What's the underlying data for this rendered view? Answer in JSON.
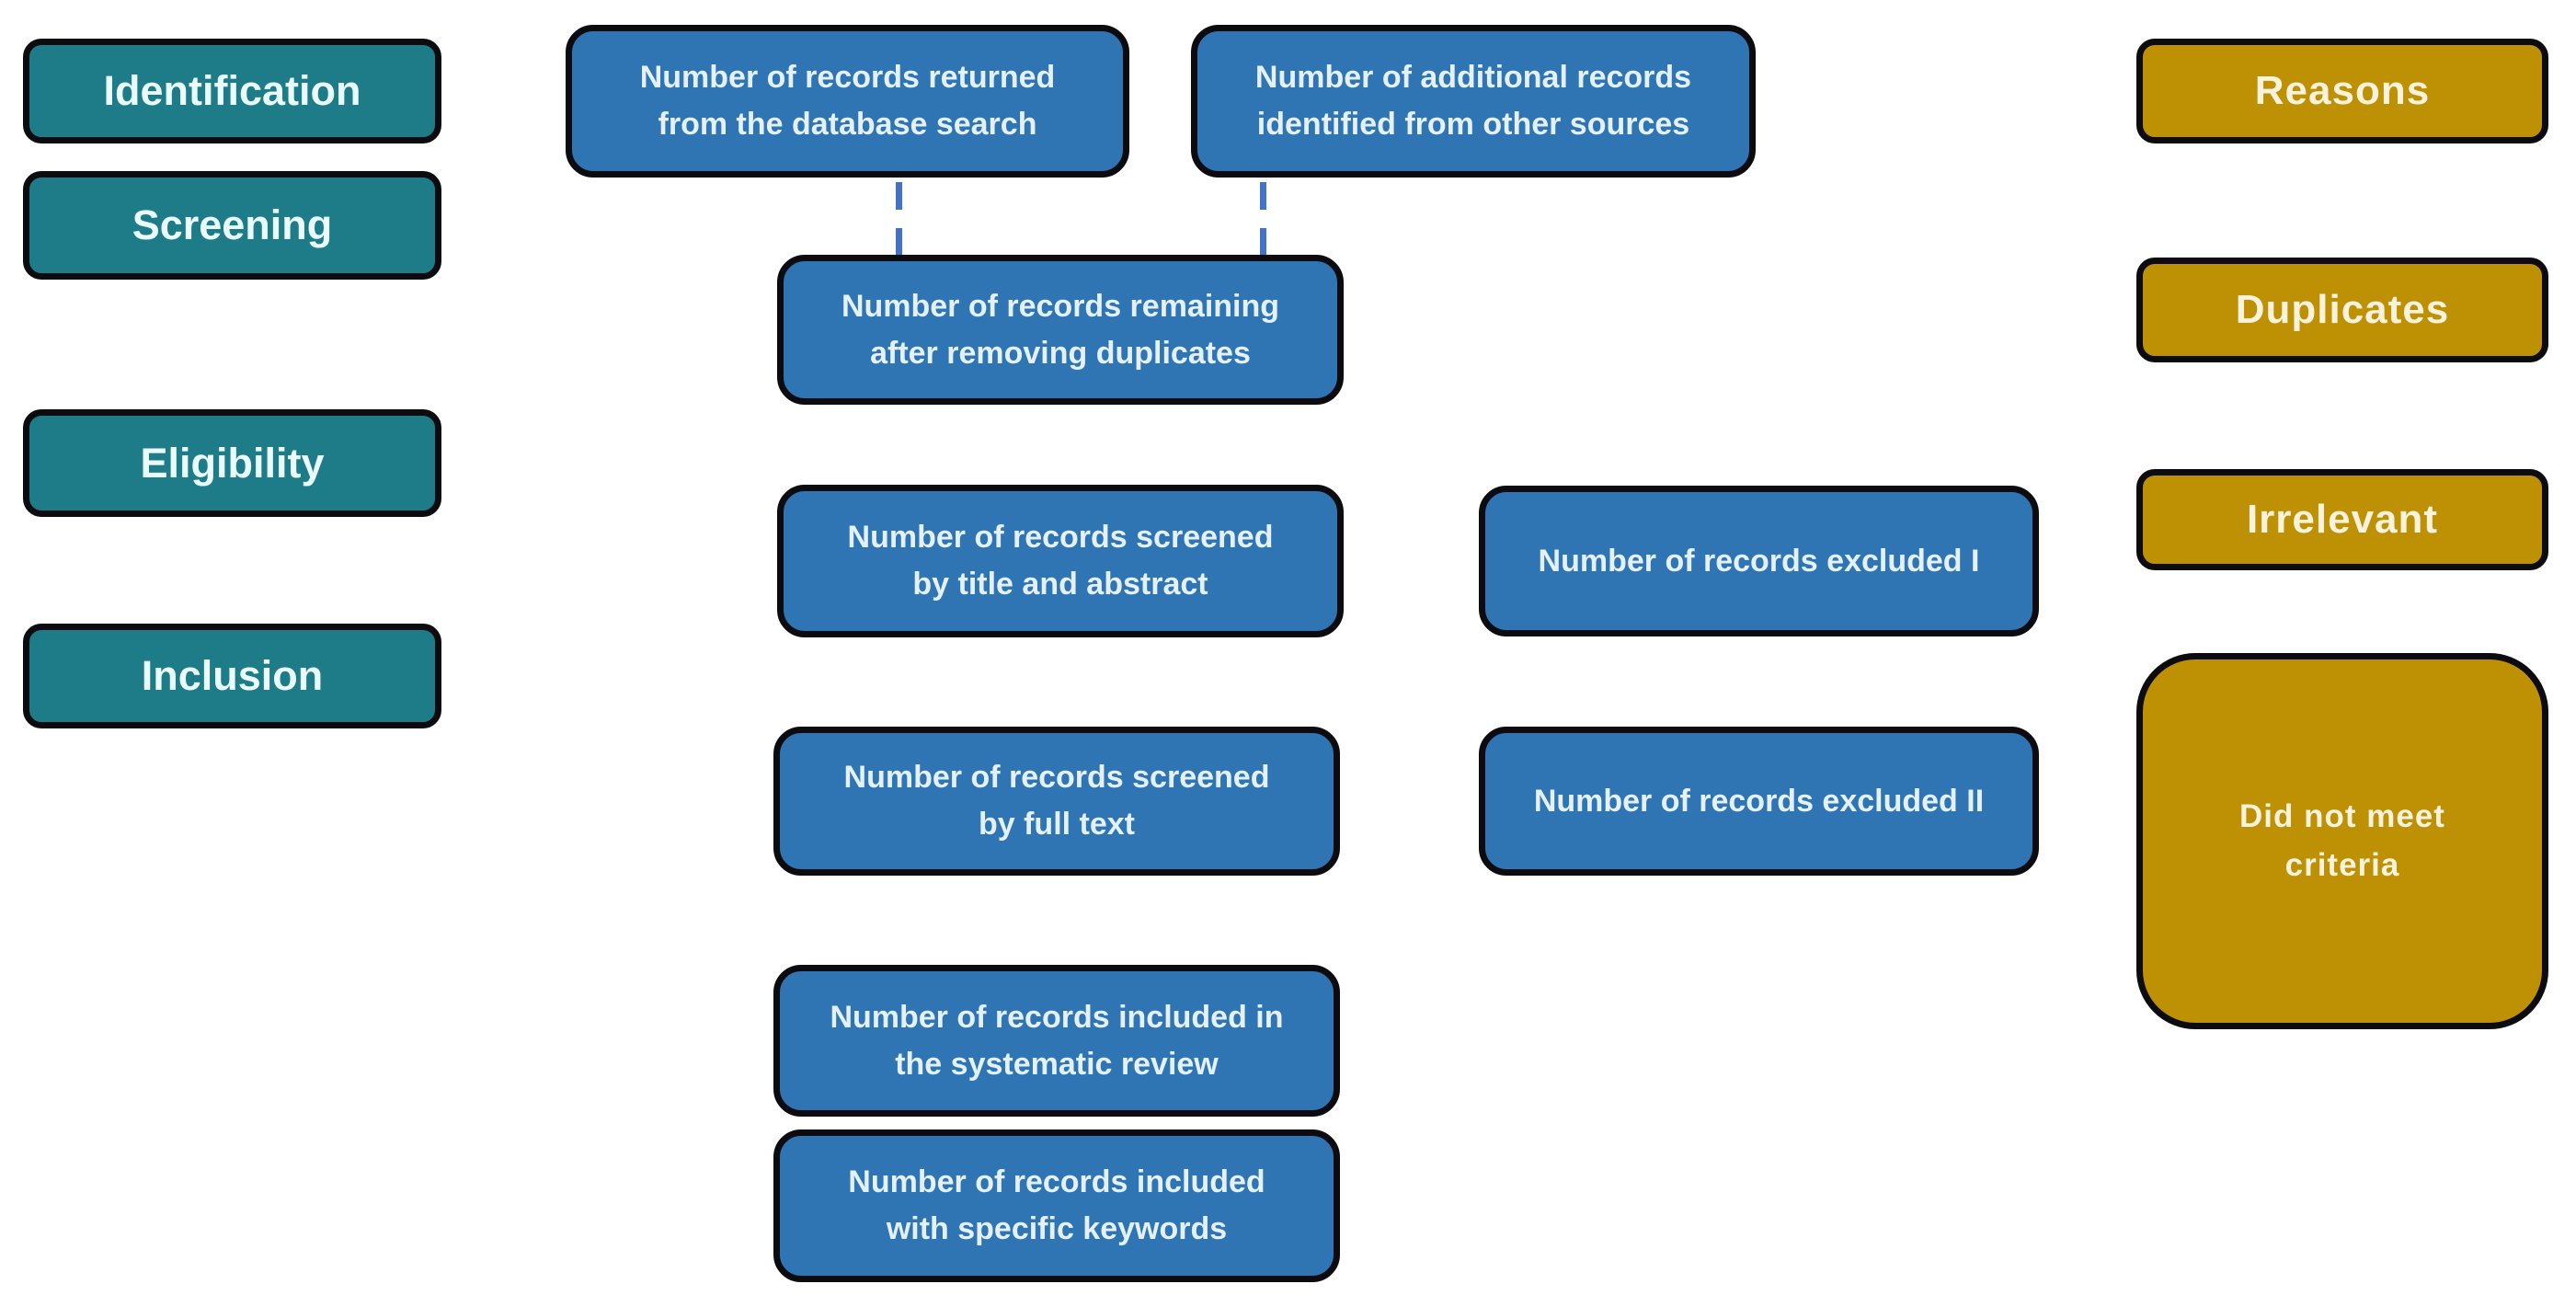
{
  "palette": {
    "teal": "#1e7b88",
    "blue": "#2f75b4",
    "gold": "#bd9103",
    "outline": "#0b0b10",
    "connector": "#4472c4",
    "teal_text": "#eafbfc",
    "blue_text": "#e4f1fb",
    "gold_text": "#f9f2dc",
    "background": "#ffffff"
  },
  "stages": {
    "identification": "Identification",
    "screening": "Screening",
    "eligibility": "Eligibility",
    "inclusion": "Inclusion"
  },
  "flow": {
    "db_search": "Number of records returned\nfrom the database search",
    "other_sources": "Number of additional records\nidentified from other sources",
    "after_duplicates": "Number of records remaining\nafter removing duplicates",
    "title_abstract": "Number of records screened\nby title and abstract",
    "excluded_1": "Number of records excluded I",
    "full_text": "Number of records screened\nby full text",
    "excluded_2": "Number of records excluded II",
    "included_review": "Number of records included in\nthe systematic review",
    "included_keywords": "Number of records included\nwith specific keywords"
  },
  "reasons": {
    "reasons": "Reasons",
    "duplicates": "Duplicates",
    "irrelevant": "Irrelevant",
    "did_not_meet": "Did not meet\ncriteria"
  }
}
